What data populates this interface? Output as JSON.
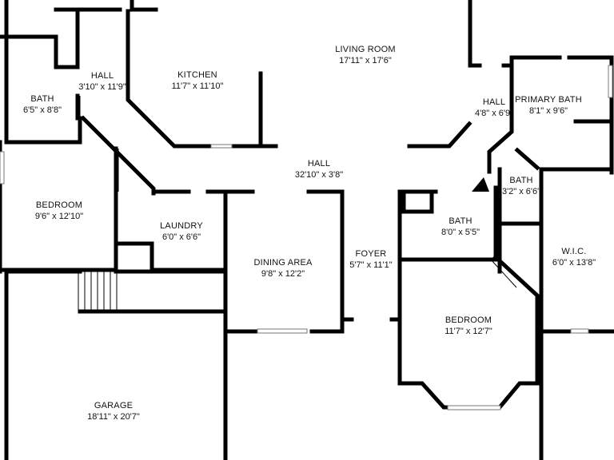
{
  "rooms": [
    {
      "name": "LIVING ROOM",
      "dims": "17'11\" x 17'6\""
    },
    {
      "name": "KITCHEN",
      "dims": "11'7\" x 11'10\""
    },
    {
      "name": "HALL",
      "dims": "3'10\" x 11'9\""
    },
    {
      "name": "BATH",
      "dims": "6'5\" x 8'8\""
    },
    {
      "name": "HALL",
      "dims": "4'8\" x 6'9\""
    },
    {
      "name": "PRIMARY BATH",
      "dims": "8'1\" x 9'6\""
    },
    {
      "name": "HALL",
      "dims": "32'10\" x 3'8\""
    },
    {
      "name": "BATH",
      "dims": "3'2\" x 6'6\""
    },
    {
      "name": "BEDROOM",
      "dims": "9'6\" x 12'10\""
    },
    {
      "name": "LAUNDRY",
      "dims": "6'0\" x 6'6\""
    },
    {
      "name": "BATH",
      "dims": "8'0\" x 5'5\""
    },
    {
      "name": "DINING AREA",
      "dims": "9'8\" x 12'2\""
    },
    {
      "name": "FOYER",
      "dims": "5'7\" x 11'1\""
    },
    {
      "name": "W.I.C.",
      "dims": "6'0\" x 13'8\""
    },
    {
      "name": "BEDROOM",
      "dims": "11'7\" x 12'7\""
    },
    {
      "name": "GARAGE",
      "dims": "18'11\" x 20'7\""
    }
  ]
}
